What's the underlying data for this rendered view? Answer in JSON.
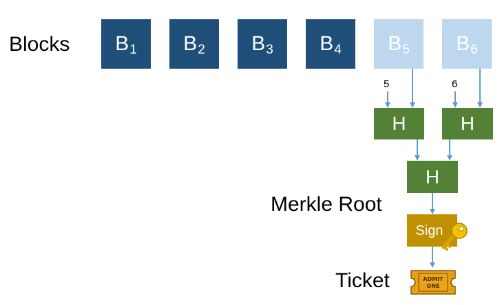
{
  "labels": {
    "blocks": "Blocks",
    "merkle_root": "Merkle Root",
    "ticket": "Ticket"
  },
  "blocks": [
    {
      "letter": "B",
      "sub": "1"
    },
    {
      "letter": "B",
      "sub": "2"
    },
    {
      "letter": "B",
      "sub": "3"
    },
    {
      "letter": "B",
      "sub": "4"
    },
    {
      "letter": "B",
      "sub": "5"
    },
    {
      "letter": "B",
      "sub": "6"
    }
  ],
  "indices": [
    "5",
    "6"
  ],
  "hash_label": "H",
  "sign_label": "Sign",
  "ticket_text": {
    "line1": "ADMIT",
    "line2": "ONE"
  },
  "colors": {
    "block_dark": "#1f4e79",
    "block_light": "#bdd7ee",
    "hash": "#538135",
    "sign": "#bf9000",
    "arrow": "#5b9bd5",
    "key": "#f2c200",
    "ticket": "#e8a317"
  },
  "icons": [
    "key-icon",
    "ticket-icon"
  ]
}
